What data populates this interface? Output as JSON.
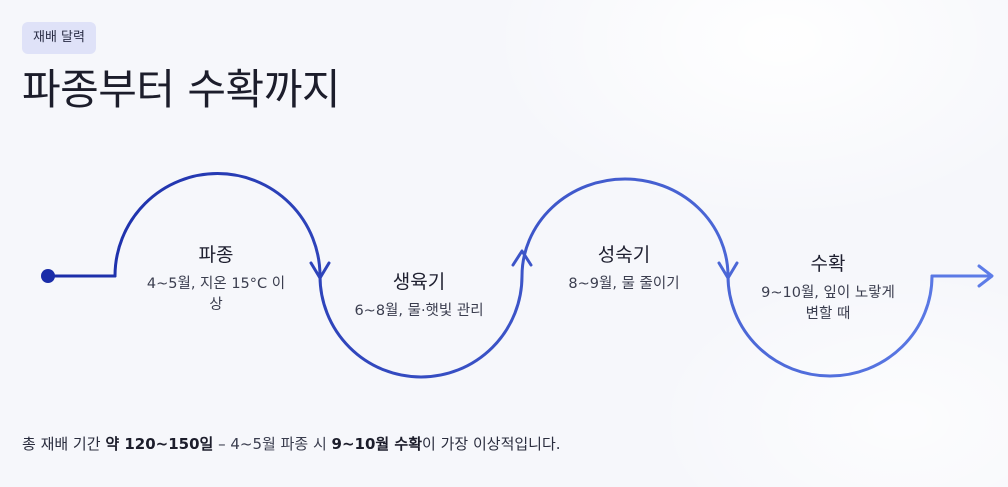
{
  "badge": "재배 달력",
  "title": "파종부터 수확까지",
  "colors": {
    "flow_start": "#1a2ca8",
    "flow_end": "#5e7de8",
    "badge_bg": "#dfe2f8",
    "text": "#1c1d2b"
  },
  "stages": [
    {
      "name": "파종",
      "desc": "4~5월, 지온 15°C 이상"
    },
    {
      "name": "생육기",
      "desc": "6~8월, 물·햇빛 관리"
    },
    {
      "name": "성숙기",
      "desc": "8~9월, 물 줄이기"
    },
    {
      "name": "수확",
      "desc": "9~10월, 잎이 노랗게 변할 때"
    }
  ],
  "summary": {
    "prefix": "총 재배 기간 ",
    "period": "약 120~150일",
    "middle": " – 4~5월 파종 시 ",
    "harvest": "9~10월 수확",
    "suffix": "이 가장 이상적입니다."
  }
}
